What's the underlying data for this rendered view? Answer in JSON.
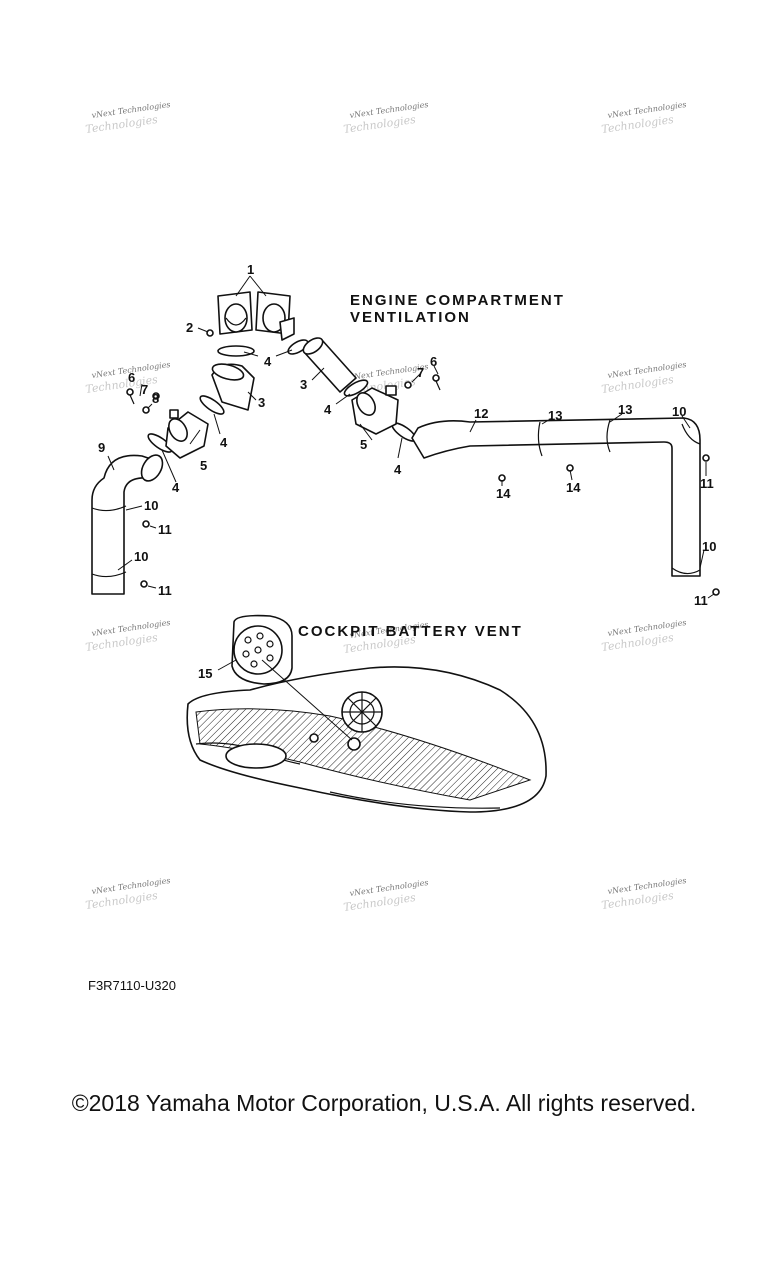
{
  "headings": {
    "engine": [
      "ENGINE COMPARTMENT",
      "VENTILATION"
    ],
    "cockpit": "COCKPIT BATTERY VENT"
  },
  "callouts": [
    {
      "id": "c1a",
      "text": "1"
    },
    {
      "id": "c2",
      "text": "2"
    },
    {
      "id": "c4a",
      "text": "4"
    },
    {
      "id": "c3a",
      "text": "3"
    },
    {
      "id": "c3b",
      "text": "3"
    },
    {
      "id": "c6a",
      "text": "6"
    },
    {
      "id": "c7a",
      "text": "7"
    },
    {
      "id": "c8",
      "text": "8"
    },
    {
      "id": "c4b",
      "text": "4"
    },
    {
      "id": "c4c",
      "text": "4"
    },
    {
      "id": "c5a",
      "text": "5"
    },
    {
      "id": "c9",
      "text": "9"
    },
    {
      "id": "c4d",
      "text": "4"
    },
    {
      "id": "c10a",
      "text": "10"
    },
    {
      "id": "c11a",
      "text": "11"
    },
    {
      "id": "c10b",
      "text": "10"
    },
    {
      "id": "c11b",
      "text": "11"
    },
    {
      "id": "c6b",
      "text": "6"
    },
    {
      "id": "c7b",
      "text": "7"
    },
    {
      "id": "c4e",
      "text": "4"
    },
    {
      "id": "c5b",
      "text": "5"
    },
    {
      "id": "c4f",
      "text": "4"
    },
    {
      "id": "c12",
      "text": "12"
    },
    {
      "id": "c13a",
      "text": "13"
    },
    {
      "id": "c13b",
      "text": "13"
    },
    {
      "id": "c14a",
      "text": "14"
    },
    {
      "id": "c14b",
      "text": "14"
    },
    {
      "id": "c10c",
      "text": "10"
    },
    {
      "id": "c11c",
      "text": "11"
    },
    {
      "id": "c10d",
      "text": "10"
    },
    {
      "id": "c11d",
      "text": "11"
    },
    {
      "id": "c15",
      "text": "15"
    }
  ],
  "watermark": {
    "line1": "vNext Technologies",
    "line2": "Technologies"
  },
  "figure_code": "F3R7110-U320",
  "copyright": "©2018 Yamaha Motor Corporation, U.S.A. All rights reserved."
}
